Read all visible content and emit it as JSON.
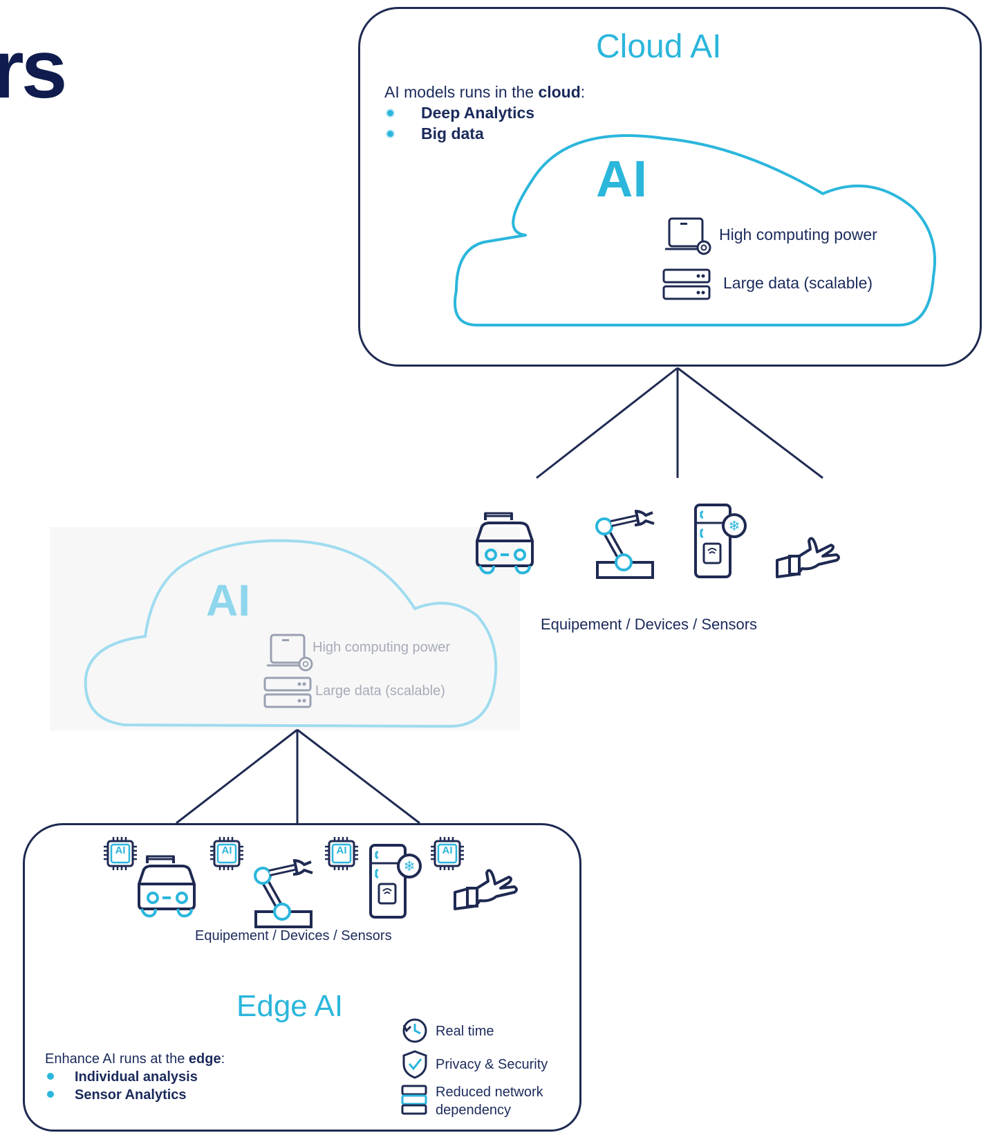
{
  "title_fragment": "rs",
  "cloud_panel": {
    "heading": "Cloud AI",
    "intro_prefix": "AI models runs in the ",
    "intro_bold": "cloud",
    "intro_suffix": ":",
    "bullets": [
      "Deep Analytics",
      "Big data"
    ],
    "cloud_label": "AI",
    "features": [
      "High computing power",
      "Large data (scalable)"
    ]
  },
  "faded_cloud": {
    "cloud_label": "AI",
    "features": [
      "High computing power",
      "Large data (scalable)"
    ]
  },
  "devices_label_top": "Equipement / Devices / Sensors",
  "edge_panel": {
    "chip_label": "AI",
    "devices_label": "Equipement / Devices / Sensors",
    "heading": "Edge AI",
    "intro_prefix": "Enhance AI runs at the ",
    "intro_bold": "edge",
    "intro_suffix": ":",
    "bullets": [
      "Individual analysis",
      "Sensor Analytics"
    ],
    "benefits": [
      "Real time",
      "Privacy & Security",
      "Reduced network dependency"
    ],
    "benefit_line3a": "Reduced network",
    "benefit_line3b": "dependency"
  },
  "colors": {
    "accent": "#2bb6dc",
    "navy": "#1f2a52",
    "faded_accent": "#9fdcef"
  },
  "icons": [
    "laptop-gear-icon",
    "server-icon",
    "car-icon",
    "robot-arm-icon",
    "fridge-nfc-icon",
    "smartwatch-hand-icon",
    "ai-chip-icon",
    "clock-sync-icon",
    "shield-check-icon",
    "network-stack-icon"
  ]
}
